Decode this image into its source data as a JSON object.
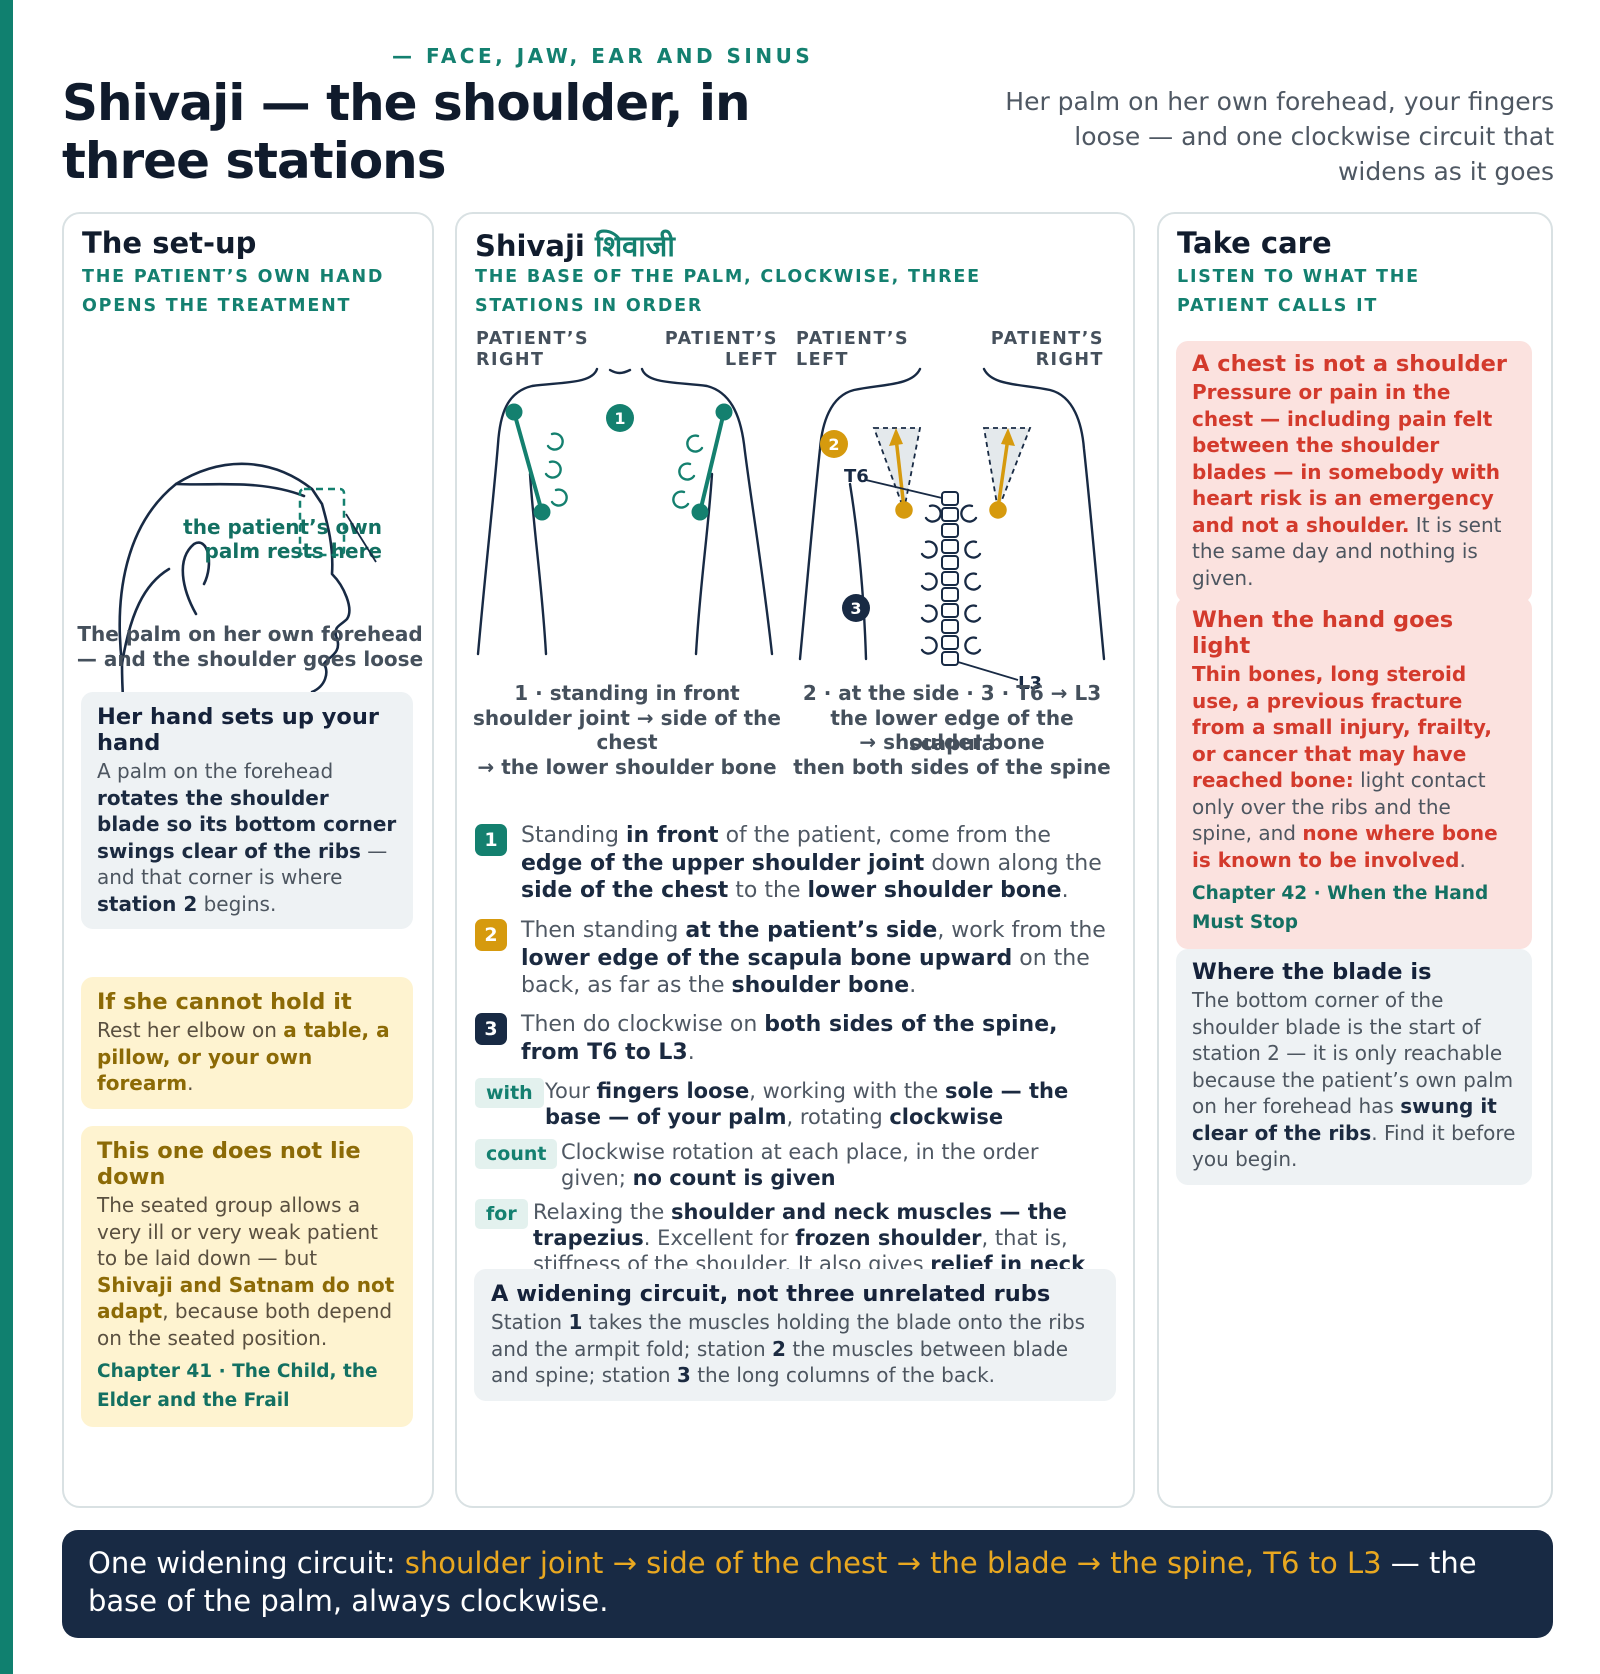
{
  "header": {
    "kicker": "— FACE, JAW, EAR AND SINUS",
    "title": "Shivaji — the shoulder, in three stations",
    "subtitle": "Her palm on her own forehead, your fingers loose — and one clockwise circuit that widens as it goes"
  },
  "setup": {
    "heading": "The set-up",
    "kicker": "THE PATIENT’S OWN HAND OPENS THE TREATMENT",
    "callout_1": "the patient’s own",
    "callout_2": "palm rests here",
    "caption_1": "The palm on her own forehead",
    "caption_2": "— and the shoulder goes loose",
    "box1": {
      "title": "Her hand sets up your hand",
      "t1": "A palm on the forehead ",
      "t2": "rotates the shoulder blade so its bottom corner swings clear of the ribs",
      "t3": " — and that corner is where ",
      "t4": "station 2",
      "t5": " begins."
    },
    "box2": {
      "title": "If she cannot hold it",
      "t1": "Rest her elbow on ",
      "t2": "a table, a pillow, or your own forearm",
      "t3": "."
    },
    "box3": {
      "title": "This one does not lie down",
      "t1": "The seated group allows a very ill or very weak patient to be laid down — but ",
      "t2": "Shivaji and Satnam do not adapt",
      "t3": ", because both depend on the seated position.",
      "ref": "Chapter 41 · The Child, the Elder and the Frail"
    }
  },
  "main": {
    "heading": "Shivaji",
    "heading_hindi": "शिवाजी",
    "kicker": "THE BASE OF THE PALM, CLOCKWISE, THREE STATIONS IN ORDER",
    "front": {
      "label_right_1": "PATIENT’S",
      "label_right_2": "RIGHT",
      "label_left_1": "PATIENT’S",
      "label_left_2": "LEFT",
      "marker": "1",
      "caption_1": "1 · standing in front",
      "caption_2": "shoulder joint → side of the",
      "caption_3": "chest",
      "caption_4": "→ the lower shoulder bone"
    },
    "back": {
      "label_left_1": "PATIENT’S",
      "label_left_2": "LEFT",
      "label_right_1": "PATIENT’S",
      "label_right_2": "RIGHT",
      "marker_2": "2",
      "marker_3": "3",
      "t6": "T6",
      "l3": "L3",
      "caption_1": "2 · at the side  ·  3 · T6 → L3",
      "caption_2": "the lower edge of the scapula",
      "caption_3": "→ shoulder bone",
      "caption_4": "then both sides of the spine"
    },
    "steps": [
      {
        "num": "1",
        "color": "#14806f",
        "parts": [
          [
            "Standing ",
            0
          ],
          [
            "in front",
            1
          ],
          [
            " of the patient, come from the ",
            0
          ],
          [
            "edge of the upper shoulder joint",
            1
          ],
          [
            " down along the ",
            0
          ],
          [
            "side of the chest",
            1
          ],
          [
            " to the ",
            0
          ],
          [
            "lower shoulder bone",
            1
          ],
          [
            ".",
            0
          ]
        ]
      },
      {
        "num": "2",
        "color": "#d69a0e",
        "parts": [
          [
            "Then standing ",
            0
          ],
          [
            "at the patient’s side",
            1
          ],
          [
            ", work from the ",
            0
          ],
          [
            "lower edge of the scapula bone upward",
            1
          ],
          [
            " on the back, as far as the ",
            0
          ],
          [
            "shoulder bone",
            1
          ],
          [
            ".",
            0
          ]
        ]
      },
      {
        "num": "3",
        "color": "#182a44",
        "parts": [
          [
            "Then do clockwise on ",
            0
          ],
          [
            "both sides of the spine, from T6 to L3",
            1
          ],
          [
            ".",
            0
          ]
        ]
      }
    ],
    "tags": [
      {
        "tag": "with",
        "parts": [
          [
            "Your ",
            0
          ],
          [
            "fingers loose",
            1
          ],
          [
            ", working with the ",
            0
          ],
          [
            "sole — the base — of your palm",
            1
          ],
          [
            ", rotating ",
            0
          ],
          [
            "clockwise",
            1
          ]
        ]
      },
      {
        "tag": "count",
        "parts": [
          [
            "Clockwise rotation at each place, in the order given; ",
            0
          ],
          [
            "no count is given",
            1
          ]
        ]
      },
      {
        "tag": "for",
        "parts": [
          [
            "Relaxing the ",
            0
          ],
          [
            "shoulder and neck muscles — the trapezius",
            1
          ],
          [
            ". Excellent for ",
            0
          ],
          [
            "frozen shoulder",
            1
          ],
          [
            ", that is, stiffness of the shoulder. It also gives ",
            0
          ],
          [
            "relief in neck pain",
            1
          ]
        ]
      }
    ],
    "circuit": {
      "title": "A widening circuit, not three unrelated rubs",
      "parts": [
        [
          "Station ",
          0
        ],
        [
          "1",
          1
        ],
        [
          " takes the muscles holding the blade onto the ribs and the armpit fold; station ",
          0
        ],
        [
          "2",
          1
        ],
        [
          " the muscles between blade and spine; station ",
          0
        ],
        [
          "3",
          1
        ],
        [
          " the long columns of the back.",
          0
        ]
      ]
    }
  },
  "care": {
    "heading": "Take care",
    "kicker": "LISTEN TO WHAT THE PATIENT CALLS IT",
    "box1": {
      "title": "A chest is not a shoulder",
      "t1": "Pressure or pain in the chest — including pain felt between the shoulder blades — in somebody with heart risk is an emergency and not a shoulder.",
      "t2": " It is sent the same day and nothing is given."
    },
    "box2": {
      "title": "When the hand goes light",
      "t1": "Thin bones, long steroid use, a previous fracture from a small injury, frailty, or cancer that may have reached bone:",
      "t2": " light contact only over the ribs and the spine, and ",
      "t3": "none where bone is known to be involved",
      "t4": ".",
      "ref": "Chapter 42 · When the Hand Must Stop"
    },
    "box3": {
      "title": "Where the blade is",
      "t1": "The bottom corner of the shoulder blade is the start of station 2 — it is only reachable because the patient’s own palm on her forehead has ",
      "t2": "swung it clear of the ribs",
      "t3": ". Find it before you begin."
    }
  },
  "footer": {
    "lead": "One widening circuit: ",
    "highlight": "shoulder joint → side of the chest → the blade → the spine, T6 to L3",
    "tail": " — the base of the palm, always clockwise."
  },
  "colors": {
    "teal": "#14806f",
    "gold": "#d69a0e",
    "navy": "#182a44",
    "red": "#d33a2c"
  }
}
